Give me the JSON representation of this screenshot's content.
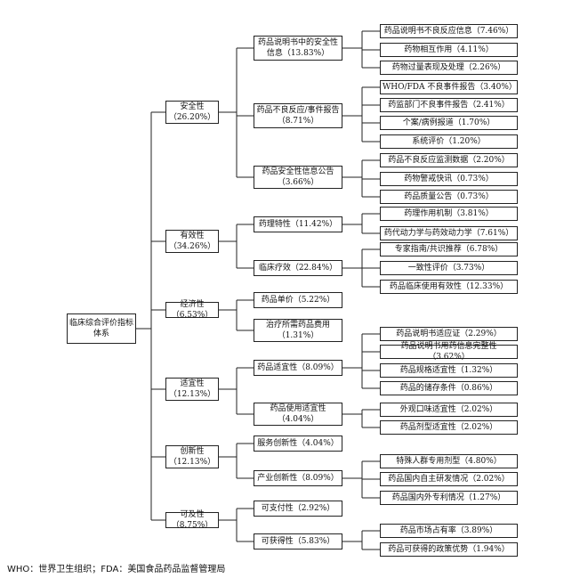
{
  "root": "临床综合评价指标体系",
  "dimensions": [
    {
      "label": "安全性（26.20%）",
      "children": [
        {
          "label": "药品说明书中的安全性信息（13.83%）",
          "children": [
            "药品说明书不良反应信息（7.46%）",
            "药物相互作用（4.11%）",
            "药物过量表现及处理（2.26%）"
          ]
        },
        {
          "label": "药品不良反应/事件报告（8.71%）",
          "children": [
            "WHO/FDA 不良事件报告（3.40%）",
            "药监部门不良事件报告（2.41%）",
            "个案/病例报道（1.70%）",
            "系统评价（1.20%）"
          ]
        },
        {
          "label": "药品安全性信息公告（3.66%）",
          "children": [
            "药品不良反应监测数据（2.20%）",
            "药物警戒快讯（0.73%）",
            "药品质量公告（0.73%）"
          ]
        }
      ]
    },
    {
      "label": "有效性（34.26%）",
      "children": [
        {
          "label": "药理特性（11.42%）",
          "children": [
            "药理作用机制（3.81%）",
            "药代动力学与药效动力学（7.61%）"
          ]
        },
        {
          "label": "临床疗效（22.84%）",
          "children": [
            "专家指南/共识推荐（6.78%）",
            "一致性评价（3.73%）",
            "药品临床使用有效性（12.33%）"
          ]
        }
      ]
    },
    {
      "label": "经济性（6.53%）",
      "children": [
        {
          "label": "药品单价（5.22%）",
          "children": []
        },
        {
          "label": "治疗所需药品费用（1.31%）",
          "children": []
        }
      ]
    },
    {
      "label": "适宜性（12.13%）",
      "children": [
        {
          "label": "药品适宜性（8.09%）",
          "children": [
            "药品说明书适应证（2.29%）",
            "药品说明书用药信息完整性（3.62%）",
            "药品规格适宜性（1.32%）",
            "药品的储存条件（0.86%）"
          ]
        },
        {
          "label": "药品使用适宜性（4.04%）",
          "children": [
            "外观口味适宜性（2.02%）",
            "药品剂型适宜性（2.02%）"
          ]
        }
      ]
    },
    {
      "label": "创新性（12.13%）",
      "children": [
        {
          "label": "服务创新性（4.04%）",
          "children": []
        },
        {
          "label": "产业创新性（8.09%）",
          "children": [
            "特殊人群专用剂型（4.80%）",
            "药品国内自主研发情况（2.02%）",
            "药品国内外专利情况（1.27%）"
          ]
        }
      ]
    },
    {
      "label": "可及性（8.75%）",
      "children": [
        {
          "label": "可支付性（2.92%）",
          "children": []
        },
        {
          "label": "可获得性（5.83%）",
          "children": [
            "药品市场占有率（3.89%）",
            "药品可获得的政策优势（1.94%）"
          ]
        }
      ]
    }
  ],
  "footnote": "WHO：世界卫生组织；FDA：美国食品药品监督管理局"
}
